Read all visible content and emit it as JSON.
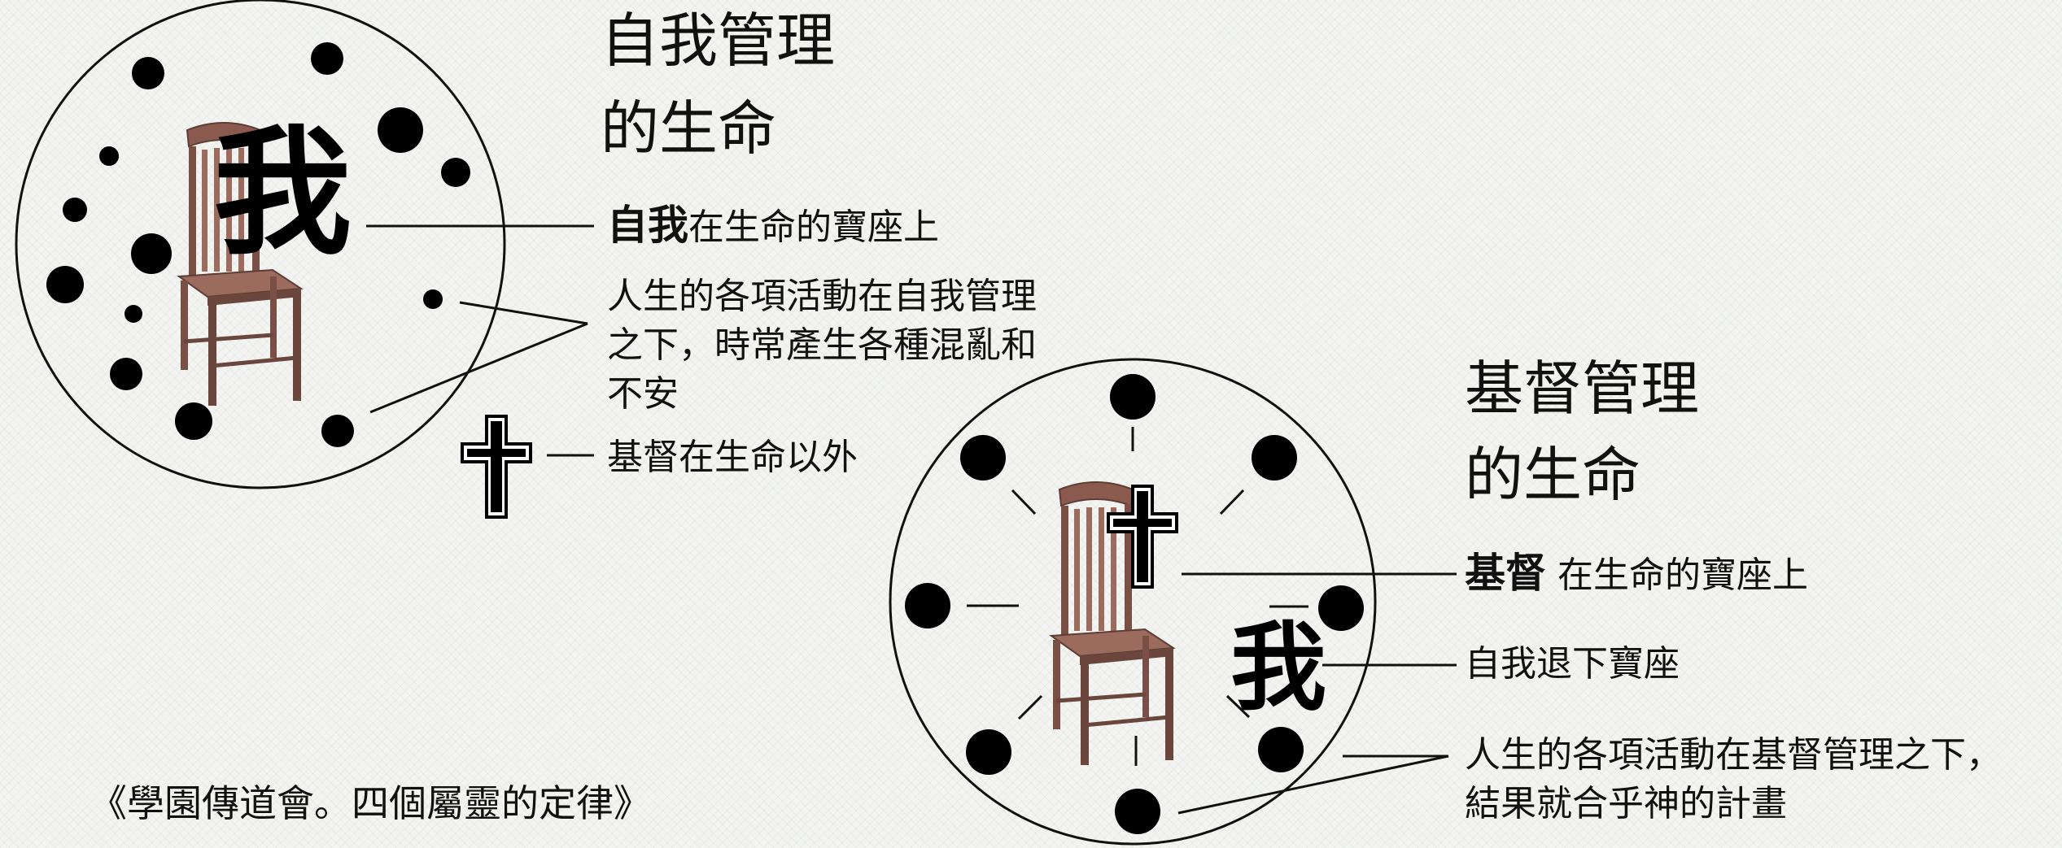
{
  "top_panel": {
    "title_line1": "自我管理",
    "title_line2": "的生命",
    "self_glyph": "我",
    "label_self_bold": "自我",
    "label_self_rest": "在生命的寶座上",
    "label_activities_line1": "人生的各項活動在自我管理",
    "label_activities_line2": "之下，時常產生各種混亂和",
    "label_activities_line3": "不安",
    "label_christ_outside": "基督在生命以外"
  },
  "bottom_panel": {
    "title_line1": "基督管理",
    "title_line2": "的生命",
    "self_glyph": "我",
    "label_christ_bold": "基督",
    "label_christ_rest": " 在生命的寶座上",
    "label_self_down": "自我退下寶座",
    "label_activities_line1": "人生的各項活動在基督管理之下，",
    "label_activities_line2": "結果就合乎神的計畫"
  },
  "caption": "《學園傳道會。四個屬靈的定律》",
  "colors": {
    "ink": "#111111",
    "chair_wood": "#8a5a4e",
    "chair_dark": "#6b463d",
    "chair_seat": "#9b6b5e",
    "background": "#f3f4f1"
  }
}
